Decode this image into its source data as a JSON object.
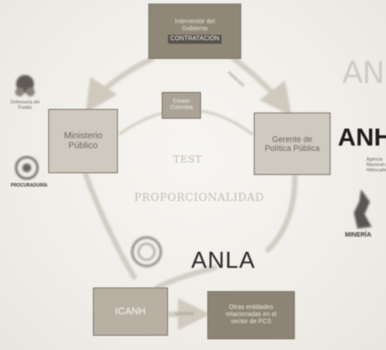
{
  "diagram": {
    "title": "TEST",
    "subtitle": "PROPORCIONALIDAD",
    "nodes": {
      "interventor": {
        "line1": "Interventor del",
        "line2": "Gobierno",
        "tag": "CONTRATACIÓN"
      },
      "center_small": "Estado Colombia",
      "ministerio": {
        "line1": "Ministerio",
        "line2": "Público"
      },
      "gerente": {
        "line1": "Gerente de",
        "line2": "Política Pública"
      },
      "icanh": "ICANH",
      "bottom_right": {
        "line1": "Otras entidades",
        "line2": "relacionadas en el",
        "line3": "sector de PCS"
      }
    },
    "edge_labels": {
      "right": "Relación",
      "bottom": "Gestión"
    }
  },
  "logos": {
    "ani": "ANI",
    "anh": "ANH",
    "anh_sub": "Agencia Nacional de Hidrocarburos",
    "anla": "ANLA",
    "mineria": "MINERÍA",
    "defensoria": "Defensoría del Pueblo",
    "procuraduria": "PROCURADURÍA"
  },
  "colors": {
    "background": "#f3f1ec",
    "dark_box": "#8f8877",
    "light_box": "#cfcac0",
    "connector": "#d2cdc3"
  }
}
